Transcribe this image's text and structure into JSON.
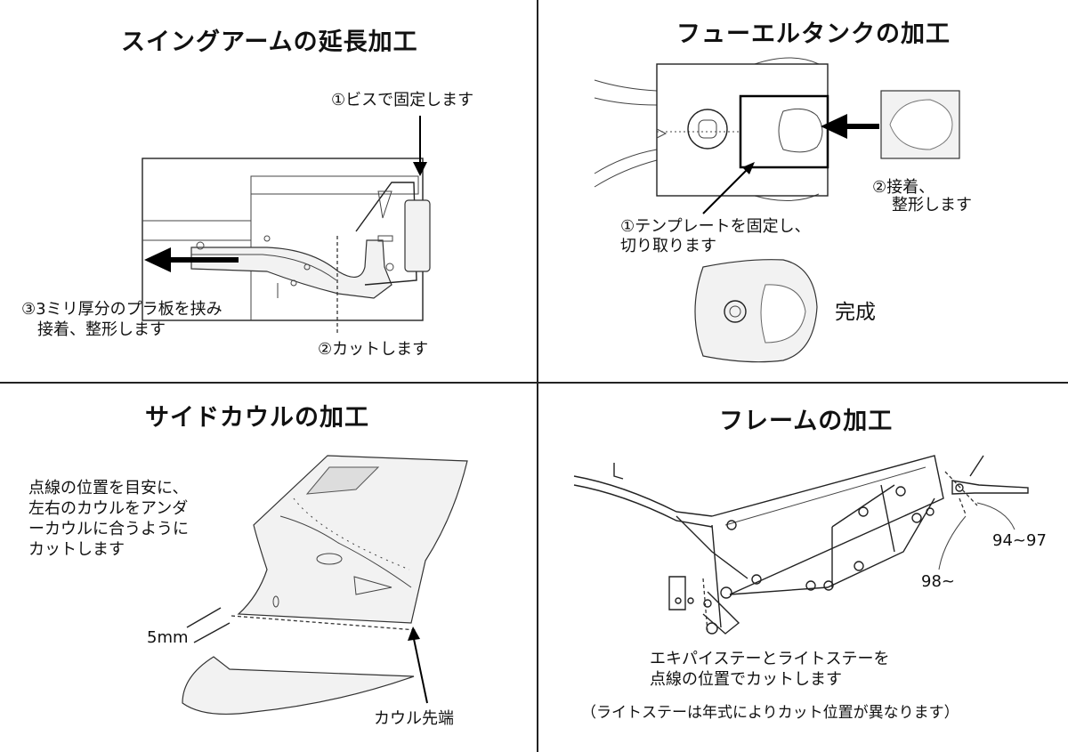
{
  "panels": {
    "swingarm": {
      "title": "スイングアームの延長加工",
      "step1": "①ビスで固定します",
      "step2": "②カットします",
      "step3_line1": "③3ミリ厚分のプラ板を挟み",
      "step3_line2": "接着、整形します"
    },
    "fuel_tank": {
      "title": "フューエルタンクの加工",
      "step1_line1": "①テンプレートを固定し、",
      "step1_line2": "切り取ります",
      "step2_line1": "②接着、",
      "step2_line2": "整形します",
      "done": "完成"
    },
    "side_cowl": {
      "title": "サイドカウルの加工",
      "instruction_line1": "点線の位置を目安に、",
      "instruction_line2": "左右のカウルをアンダ",
      "instruction_line3": "ーカウルに合うように",
      "instruction_line4": "カットします",
      "dimension": "5mm",
      "tip_label": "カウル先端"
    },
    "frame": {
      "title": "フレームの加工",
      "instruction_line1": "エキパイステーとライトステーを",
      "instruction_line2": "点線の位置でカットします",
      "note": "（ライトステーは年式によりカット位置が異なります）",
      "year_label_a": "94~97",
      "year_label_b": "98~"
    }
  }
}
